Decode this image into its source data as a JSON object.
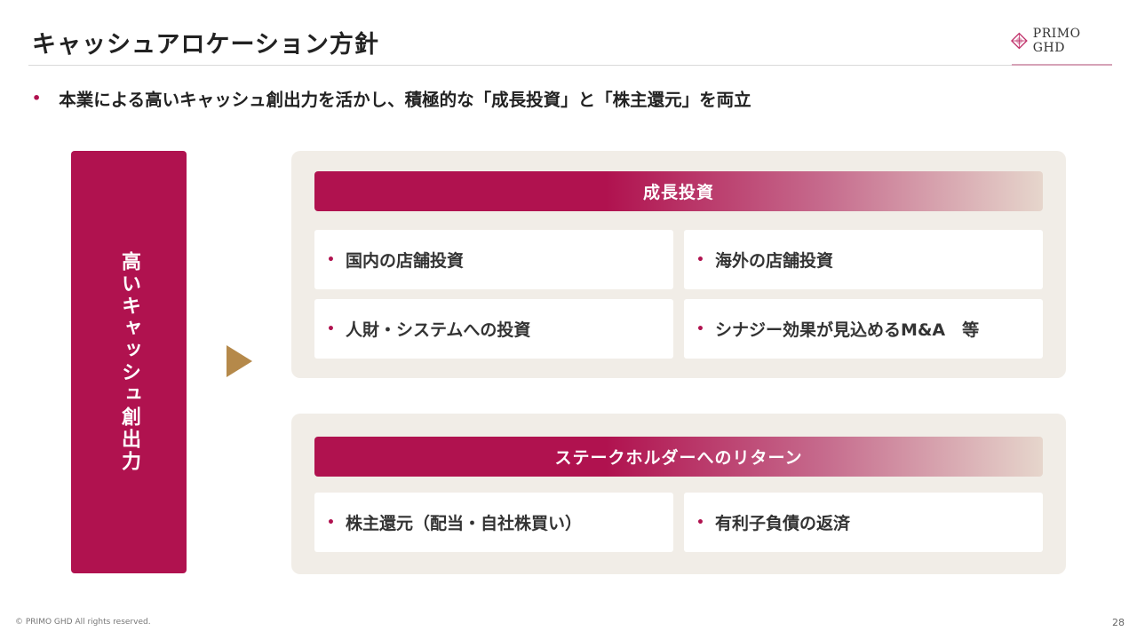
{
  "header": {
    "title": "キャッシュアロケーション方針",
    "logo_text": "PRIMO GHD",
    "accent_color": "#b0124f"
  },
  "lead": {
    "bullet": "•",
    "text": "本業による高いキャッシュ創出力を活かし、積極的な「成長投資」と「株主還元」を両立"
  },
  "source": {
    "label": "高いキャッシュ創出力"
  },
  "growth": {
    "title": "成長投資",
    "items": [
      "国内の店舗投資",
      "海外の店舗投資",
      "人財・システムへの投資",
      "シナジー効果が見込めるM&A　等"
    ]
  },
  "returns": {
    "title": "ステークホルダーへのリターン",
    "items": [
      "株主還元（配当・自社株買い）",
      "有利子負債の返済"
    ]
  },
  "footer": {
    "copyright": "© PRIMO GHD All rights reserved.",
    "page": "28"
  },
  "icons": {
    "bullet": "•",
    "arrow": "triangle-right-icon",
    "logo": "diamond-logo-icon"
  }
}
